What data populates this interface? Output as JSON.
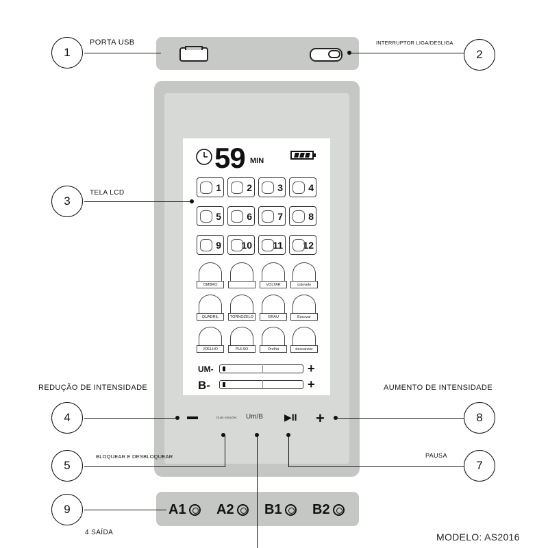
{
  "callouts": {
    "usb": {
      "number": "1",
      "label": "PORTA USB"
    },
    "switch": {
      "number": "2",
      "label": "INTERRUPTOR LIGA/DESLIGA"
    },
    "lcd": {
      "number": "3",
      "label": "TELA LCD"
    },
    "decrease": {
      "number": "4",
      "label": "REDUÇÃO DE INTENSIDADE"
    },
    "lock": {
      "number": "5",
      "label": "BLOQUEAR E DESBLOQUEAR"
    },
    "pause": {
      "number": "7",
      "label": "PAUSA"
    },
    "increase": {
      "number": "8",
      "label": "AUMENTO DE INTENSIDADE"
    },
    "outputs": {
      "number": "9",
      "label": "4 SAÍDA"
    }
  },
  "lcd": {
    "timer_value": "59",
    "timer_unit": "MIN",
    "programs": [
      "1",
      "2",
      "3",
      "4",
      "5",
      "6",
      "7",
      "8",
      "9",
      "10",
      "11",
      "12"
    ],
    "body_parts": [
      "OMBRO",
      "",
      "VOLTAR",
      "cotovelo",
      "QUADRIL",
      "TORNOZELO",
      "GRAU",
      "Escovar",
      "JOELHO",
      "PULSO",
      "Orelha",
      "descansar"
    ],
    "channel_a": "UM-",
    "channel_b": "B-",
    "plus": "+"
  },
  "controls": {
    "minus": "−",
    "lock_tiny": "Duas soluções",
    "ab_toggle": "Um/B",
    "play_pause": "▶II",
    "plus": "+"
  },
  "outputs": [
    "A1",
    "A2",
    "B1",
    "B2"
  ],
  "model": "MODELO: AS2016",
  "icons": [
    "clock-icon",
    "battery-icon",
    "usb-port-icon",
    "power-switch-icon",
    "jack-icon"
  ]
}
